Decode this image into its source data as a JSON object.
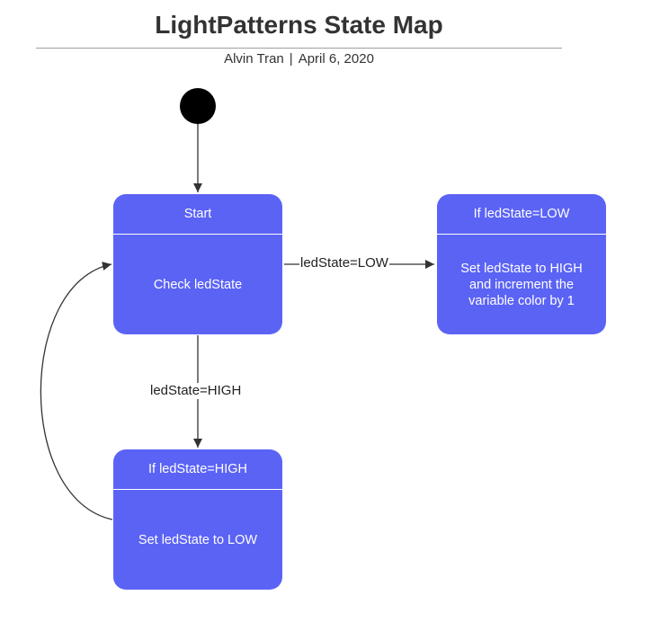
{
  "header": {
    "title": "LightPatterns State Map",
    "author": "Alvin Tran",
    "separator": "|",
    "date": "April 6, 2020"
  },
  "states": {
    "start": {
      "header": "Start",
      "body": "Check ledState"
    },
    "low": {
      "header": "If ledState=LOW",
      "body": "Set ledState to HIGH and increment the variable color by 1"
    },
    "high": {
      "header": "If ledState=HIGH",
      "body": "Set ledState to LOW"
    }
  },
  "transitions": {
    "to_low": "ledState=LOW",
    "to_high": "ledState=HIGH"
  },
  "colors": {
    "state_fill": "#5b63f5",
    "edge": "#333333",
    "initial_node": "#000000"
  }
}
